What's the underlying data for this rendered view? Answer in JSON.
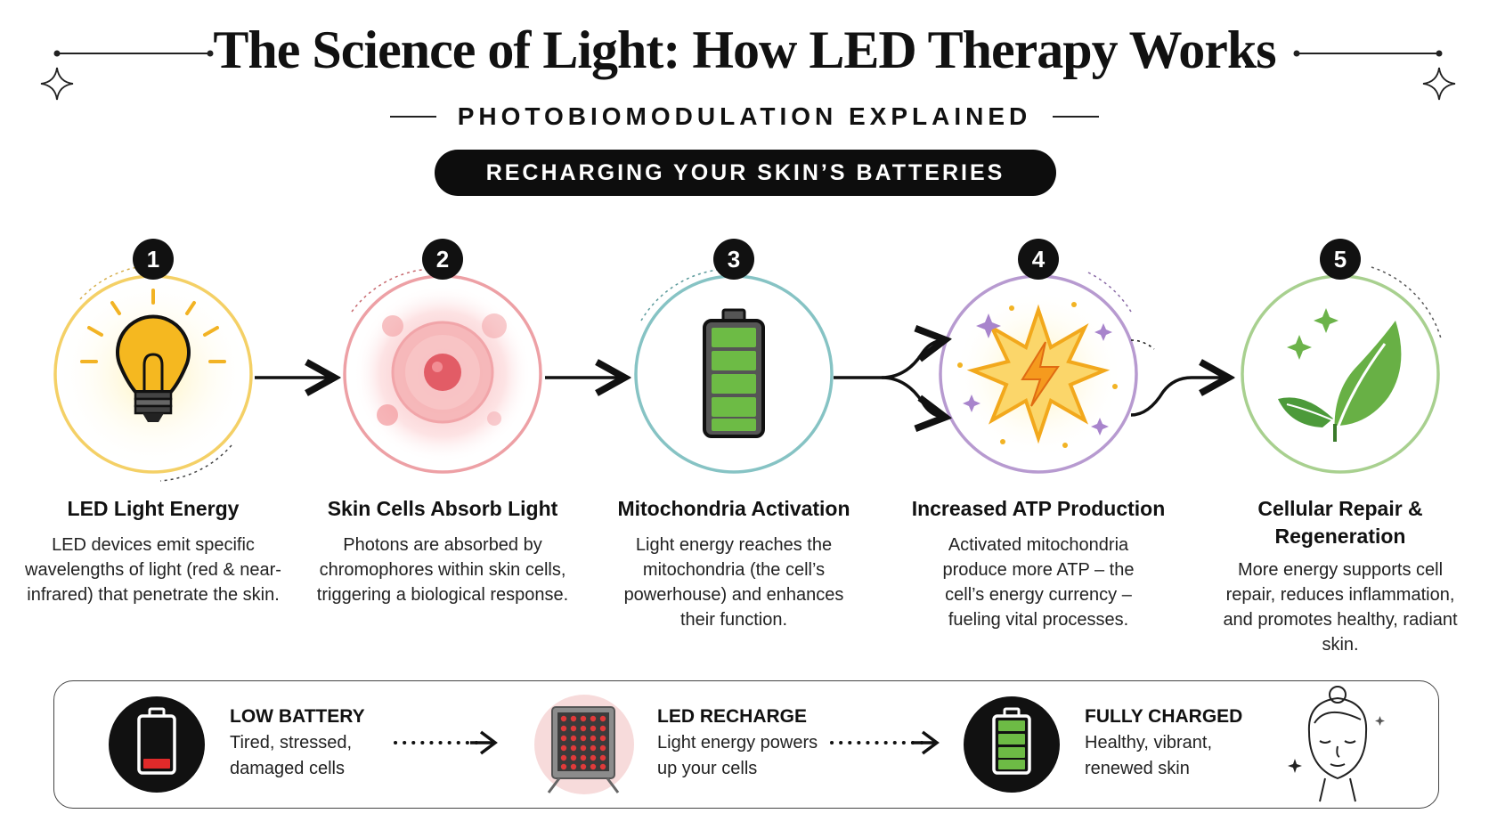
{
  "header": {
    "title": "The Science of Light: How LED Therapy Works",
    "subtitle": "PHOTOBIOMODULATION EXPLAINED",
    "banner": "RECHARGING YOUR SKIN’S BATTERIES"
  },
  "steps": [
    {
      "number": "1",
      "title": "LED Light Energy",
      "description": "LED devices emit specific wavelengths of light (red & near-infrared) that penetrate the skin.",
      "icon": "light-bulb-icon",
      "color": "#f2c84b"
    },
    {
      "number": "2",
      "title": "Skin Cells Absorb Light",
      "description": "Photons are absorbed by chromophores within skin cells, triggering a biological response.",
      "icon": "skin-cell-icon",
      "color": "#ea8f95"
    },
    {
      "number": "3",
      "title": "Mitochondria Activation",
      "description": "Light energy reaches the mitochondria (the cell’s powerhouse) and enhances their function.",
      "icon": "battery-icon",
      "color": "#86c3c4"
    },
    {
      "number": "4",
      "title": "Increased ATP Production",
      "description": "Activated mitochondria produce more ATP – the cell’s energy currency – fueling vital processes.",
      "icon": "energy-burst-icon",
      "color": "#b79ad0"
    },
    {
      "number": "5",
      "title": "Cellular Repair & Regeneration",
      "description": "More energy supports cell repair, reduces inflammation, and promotes healthy, radiant skin.",
      "icon": "leaf-icon",
      "color": "#a8d08f"
    }
  ],
  "battery_strip": [
    {
      "title": "LOW BATTERY",
      "description": "Tired, stressed, damaged cells",
      "icon": "low-battery-icon"
    },
    {
      "title": "LED RECHARGE",
      "description": "Light energy powers up your cells",
      "icon": "led-panel-icon"
    },
    {
      "title": "FULLY CHARGED",
      "description": "Healthy, vibrant, renewed skin",
      "icon": "full-battery-icon"
    }
  ],
  "colors": {
    "text": "#111111",
    "battery_green": "#6dbb45",
    "battery_red": "#e02a2a",
    "led_red": "#e03a3a"
  }
}
